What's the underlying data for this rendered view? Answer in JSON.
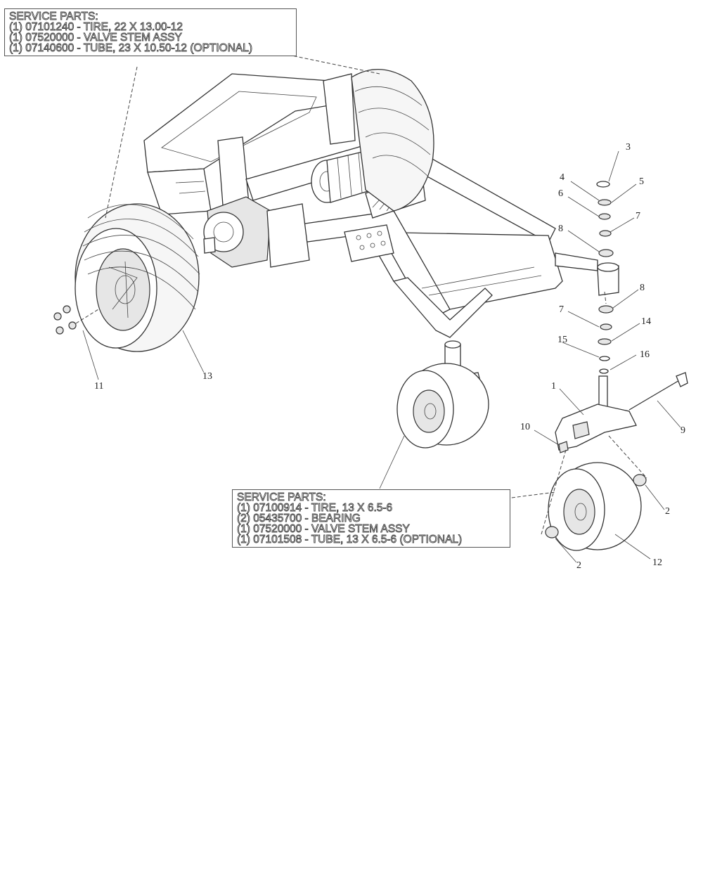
{
  "service_parts": [
    {
      "header": "SERVICE PARTS:",
      "lines": [
        "(1) 07101240 - TIRE, 22 X 13.00-12",
        "(1) 07520000 - VALVE STEM ASSY",
        "(1) 07140600 - TUBE, 23 X 10.50-12 (OPTIONAL)"
      ]
    },
    {
      "header": "SERVICE PARTS:",
      "lines": [
        "(1) 07100914 - TIRE, 13 X 6.5-6",
        "(2) 05435700 - BEARING",
        "(1) 07520000 - VALVE STEM ASSY",
        "(1) 07101508 - TUBE, 13 X 6.5-6 (OPTIONAL)"
      ]
    }
  ],
  "callouts": [
    "1",
    "2",
    "2",
    "3",
    "4",
    "5",
    "6",
    "7",
    "7",
    "8",
    "8",
    "9",
    "10",
    "11",
    "12",
    "13",
    "14",
    "15",
    "16"
  ]
}
